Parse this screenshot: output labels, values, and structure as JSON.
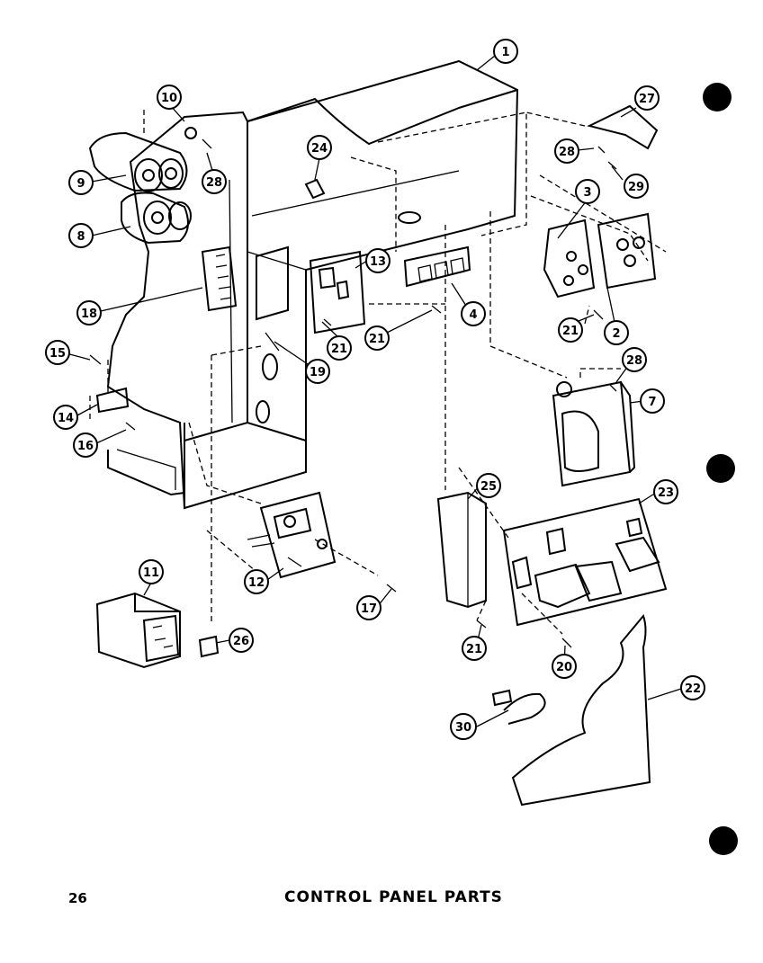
{
  "page": {
    "number": "26",
    "title": "CONTROL PANEL PARTS"
  },
  "callouts": [
    "1",
    "10",
    "28",
    "9",
    "8",
    "24",
    "27",
    "28",
    "29",
    "3",
    "13",
    "4",
    "18",
    "15",
    "21",
    "21",
    "21",
    "2",
    "19",
    "28",
    "7",
    "14",
    "16",
    "25",
    "23",
    "11",
    "12",
    "17",
    "26",
    "21",
    "20",
    "22",
    "30"
  ]
}
